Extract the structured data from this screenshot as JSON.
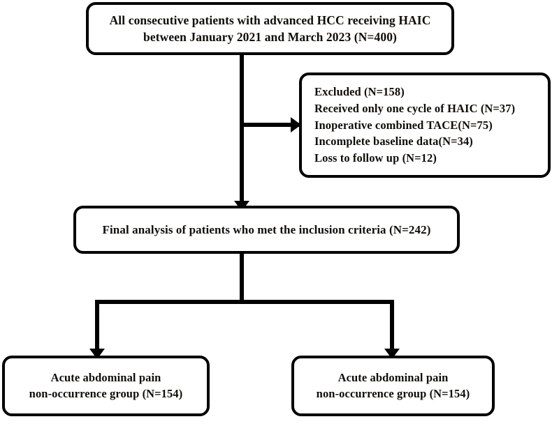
{
  "figure": {
    "type": "study-flow-diagram",
    "title": "Patient selection flow diagram",
    "background_color": "#ffffff",
    "stroke_color": "#000000",
    "text_color": "#110d08"
  },
  "nodes": {
    "enrolled": {
      "id": "enrolled",
      "line1": "All consecutive patients with advanced HCC receiving HAIC",
      "line2": "between January 2021 and March 2023 (N=400)",
      "count": 400
    },
    "excluded": {
      "id": "excluded",
      "heading": "Excluded (N=158)",
      "total": 158,
      "reasons": [
        {
          "label": "Received only one cycle of HAIC (N=37)",
          "count": 37
        },
        {
          "label": "Inoperative combined TACE(N=75)",
          "count": 75
        },
        {
          "label": "Incomplete baseline data(N=34)",
          "count": 34
        },
        {
          "label": "Loss to follow up (N=12)",
          "count": 12
        }
      ]
    },
    "final_analysis": {
      "id": "final-analysis",
      "line1": "Final analysis of patients who met the inclusion criteria (N=242)",
      "count": 242
    },
    "group_left": {
      "id": "group-left",
      "line1": "Acute abdominal pain",
      "line2": "non-occurrence group (N=154)",
      "count": 154
    },
    "group_right": {
      "id": "group-right",
      "line1": "Acute abdominal pain",
      "line2": "non-occurrence group (N=154)",
      "count": 154
    }
  },
  "connectors": [
    {
      "name": "enrolled-to-final",
      "from": "enrolled",
      "to": "final_analysis",
      "style": "vertical-arrow"
    },
    {
      "name": "enrolled-to-excluded",
      "from": "enrolled",
      "to": "excluded",
      "style": "horizontal-arrow"
    },
    {
      "name": "final-to-group-left",
      "from": "final_analysis",
      "to": "group_left",
      "style": "elbow-arrow"
    },
    {
      "name": "final-to-group-right",
      "from": "final_analysis",
      "to": "group_right",
      "style": "elbow-arrow"
    }
  ]
}
